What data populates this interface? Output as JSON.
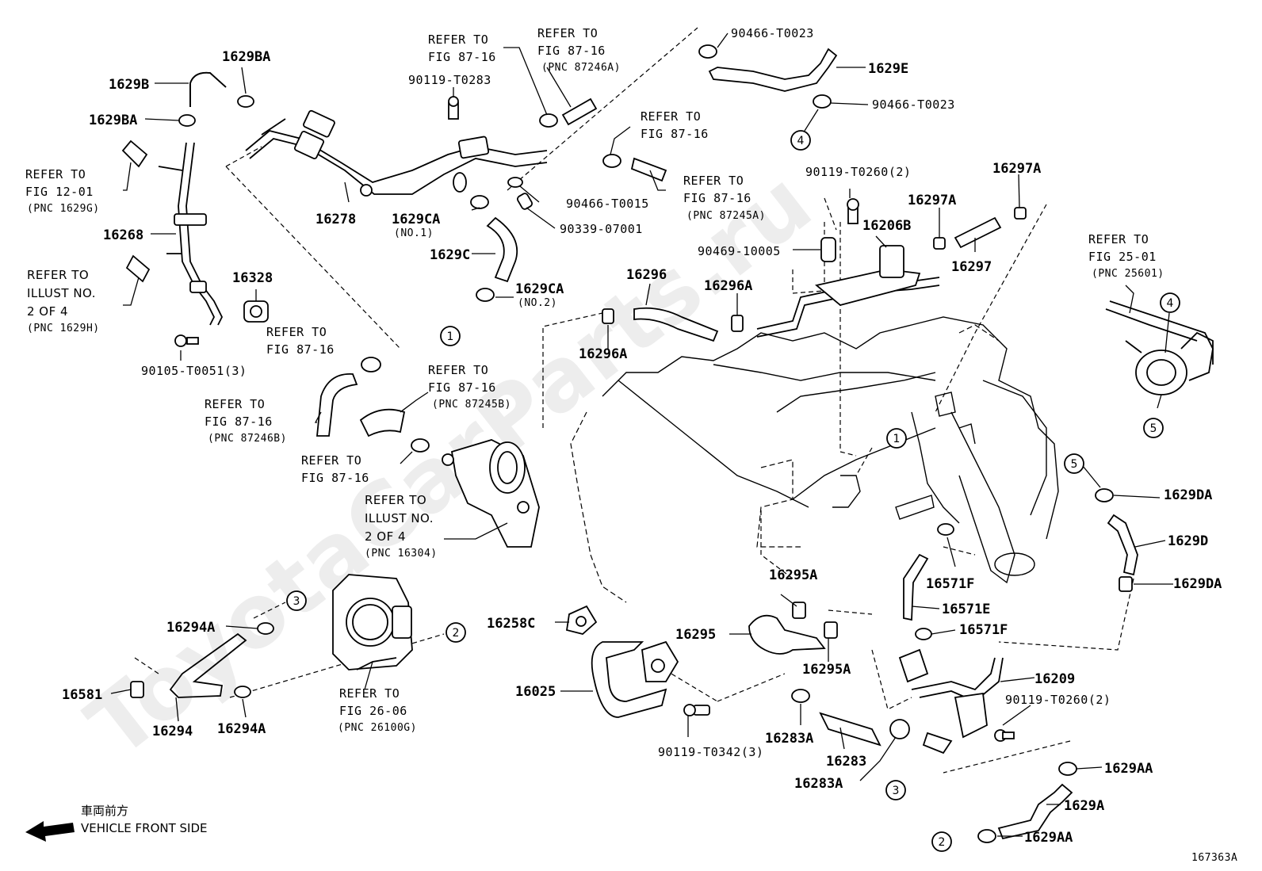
{
  "watermark": "ToyotaCarParts.ru",
  "diagram_id": "167363A",
  "vehicle_front": {
    "jp": "車両前方",
    "en": "VEHICLE FRONT SIDE"
  },
  "part_labels": {
    "p1629BA_top": "1629BA",
    "p1629B": "1629B",
    "p1629BA_left": "1629BA",
    "p16268": "16268",
    "p16278": "16278",
    "p16328": "16328",
    "p90105": "90105-T0051(3)",
    "p90119_T0283": "90119-T0283",
    "p1629CA_1": "1629CA",
    "p1629CA_1_note": "(NO.1)",
    "p1629C": "1629C",
    "p1629CA_2": "1629CA",
    "p1629CA_2_note": "(NO.2)",
    "p90466_T0015": "90466-T0015",
    "p90339": "90339-07001",
    "p90466_T0023_a": "90466-T0023",
    "p1629E": "1629E",
    "p90466_T0023_b": "90466-T0023",
    "p90119_T0260_top": "90119-T0260(2)",
    "p16206B": "16206B",
    "p90469": "90469-10005",
    "p16297A_a": "16297A",
    "p16297A_b": "16297A",
    "p16297": "16297",
    "p16296": "16296",
    "p16296A_a": "16296A",
    "p16296A_b": "16296A",
    "p1629DA_a": "1629DA",
    "p1629D": "1629D",
    "p1629DA_b": "1629DA",
    "p16295A_a": "16295A",
    "p16295": "16295",
    "p16295A_b": "16295A",
    "p16571F_a": "16571F",
    "p16571E": "16571E",
    "p16571F_b": "16571F",
    "p16258C": "16258C",
    "p16025": "16025",
    "p90119_T0342": "90119-T0342(3)",
    "p16283A_a": "16283A",
    "p16283": "16283",
    "p16283A_b": "16283A",
    "p16209": "16209",
    "p90119_T0260_bot": "90119-T0260(2)",
    "p1629AA_a": "1629AA",
    "p1629A": "1629A",
    "p1629AA_b": "1629AA",
    "p16294A_a": "16294A",
    "p16581": "16581",
    "p16294": "16294",
    "p16294A_b": "16294A"
  },
  "references": {
    "r_fig1201": {
      "l1": "REFER TO",
      "l2": "FIG 12-01",
      "pnc": "(PNC 1629G)"
    },
    "r_illust_a": {
      "l1": "REFER TO",
      "l2": "ILLUST NO.",
      "l3": "2 OF 4",
      "pnc": "(PNC 1629H)"
    },
    "r_fig8716_a": {
      "l1": "REFER TO",
      "l2": "FIG 87-16"
    },
    "r_fig8716_b": {
      "l1": "REFER TO",
      "l2": "FIG 87-16",
      "pnc": "(PNC 87246A)"
    },
    "r_fig8716_c": {
      "l1": "REFER TO",
      "l2": "FIG 87-16"
    },
    "r_fig8716_d": {
      "l1": "REFER TO",
      "l2": "FIG 87-16",
      "pnc": "(PNC 87245A)"
    },
    "r_fig8716_e": {
      "l1": "REFER TO",
      "l2": "FIG 87-16"
    },
    "r_fig8716_f": {
      "l1": "REFER TO",
      "l2": "FIG 87-16",
      "pnc": "(PNC 87245B)"
    },
    "r_fig8716_g": {
      "l1": "REFER TO",
      "l2": "FIG 87-16",
      "pnc": "(PNC 87246B)"
    },
    "r_fig8716_h": {
      "l1": "REFER TO",
      "l2": "FIG 87-16"
    },
    "r_illust_b": {
      "l1": "REFER TO",
      "l2": "ILLUST NO.",
      "l3": "2 OF 4",
      "pnc": "(PNC 16304)"
    },
    "r_fig2501": {
      "l1": "REFER TO",
      "l2": "FIG 25-01",
      "pnc": "(PNC 25601)"
    },
    "r_fig2606": {
      "l1": "REFER TO",
      "l2": "FIG 26-06",
      "pnc": "(PNC 26100G)"
    }
  },
  "circle_markers": [
    "1",
    "1",
    "2",
    "2",
    "3",
    "3",
    "4",
    "4",
    "5",
    "5"
  ]
}
